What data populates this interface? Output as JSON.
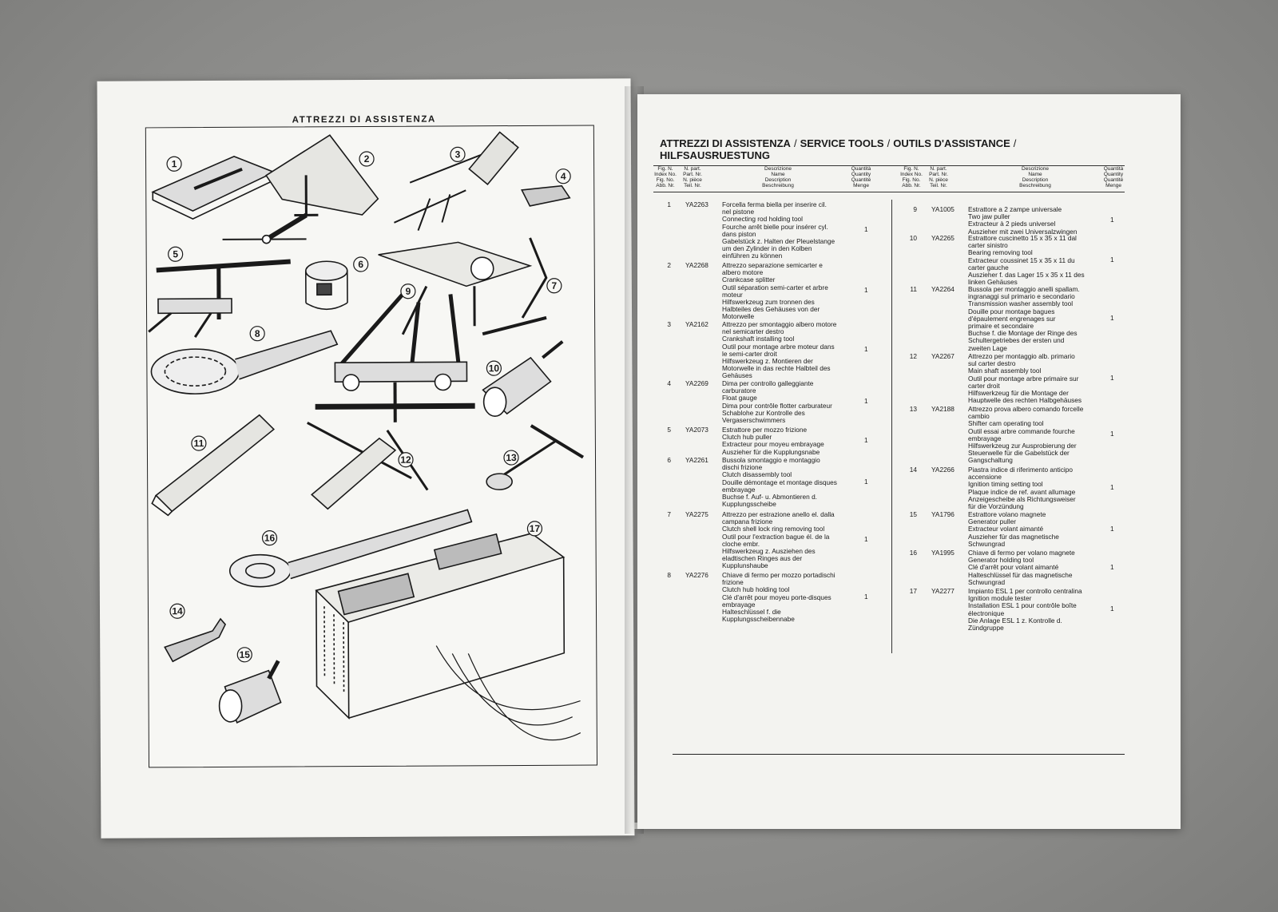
{
  "left_page": {
    "title": "ATTREZZI DI ASSISTENZA",
    "tool_numbers": [
      "1",
      "2",
      "3",
      "4",
      "5",
      "6",
      "7",
      "8",
      "9",
      "10",
      "11",
      "12",
      "13",
      "14",
      "15",
      "16",
      "17"
    ]
  },
  "right_page": {
    "title_parts": [
      "ATTREZZI DI ASSISTENZA",
      "SERVICE TOOLS",
      "OUTILS D'ASSISTANCE",
      "HILFSAUSRUESTUNG"
    ],
    "separator": "/",
    "headers": {
      "fig": [
        "Fig. N.",
        "Index No.",
        "Fig. No.",
        "Abb. Nr."
      ],
      "part": [
        "N. part.",
        "Part. Nr.",
        "N. pièce",
        "Teil. Nr."
      ],
      "desc": [
        "Descrizione",
        "Name",
        "Description",
        "Beschreibung"
      ],
      "qty": [
        "Quantità",
        "Quantity",
        "Quantité",
        "Menge"
      ]
    },
    "entries_left": [
      {
        "fig": "1",
        "part": "YA2263",
        "qty": "1",
        "desc": [
          "Forcella ferma biella per inserire cil.",
          "nel pistone",
          "Connecting rod holding tool",
          "Fourche arrêt bielle pour insérer cyl.",
          "dans piston",
          "Gabelstück z. Halten der Pleuelstange",
          "um den Zylinder in den Kolben",
          "einführen zu können"
        ]
      },
      {
        "fig": "2",
        "part": "YA2268",
        "qty": "1",
        "desc": [
          "Attrezzo separazione semicarter e",
          "albero motore",
          "Crankcase splitter",
          "Outil séparation semi-carter et arbre",
          "moteur",
          "Hilfswerkzeug zum tronnen des",
          "Halbteiles des Gehäuses von der",
          "Motorwelle"
        ]
      },
      {
        "fig": "3",
        "part": "YA2162",
        "qty": "1",
        "desc": [
          "Attrezzo per smontaggio albero motore",
          "nel semicarter destro",
          "Crankshaft installing tool",
          "Outil pour montage arbre moteur dans",
          "le semi-carter droit",
          "Hilfswerkzeug z. Montieren der",
          "Motorwelle in das rechte Halbteil des",
          "Gehäuses"
        ]
      },
      {
        "fig": "4",
        "part": "YA2269",
        "qty": "1",
        "desc": [
          "Dima per controllo galleggiante",
          "carburatore",
          "Float gauge",
          "Dima pour contrôle flotter carburateur",
          "Schablohe zur Kontrolle des",
          "Vergaserschwimmers"
        ]
      },
      {
        "fig": "5",
        "part": "YA2073",
        "qty": "1",
        "desc": [
          "Estrattore per mozzo frizione",
          "Clutch hub puller",
          "Extracteur pour moyeu embrayage",
          "Auszieher für die Kupplungsnabe"
        ]
      },
      {
        "fig": "6",
        "part": "YA2261",
        "qty": "1",
        "desc": [
          "Bussola smontaggio e montaggio",
          "dischi frizione",
          "Clutch disassembly tool",
          "Douille démontage et montage disques",
          "embrayage",
          "Buchse f. Auf- u. Abmontieren d.",
          "Kupplungsscheibe"
        ]
      },
      {
        "fig": "7",
        "part": "YA2275",
        "qty": "1",
        "desc": [
          "Attrezzo per estrazione anello el. dalla",
          "campana frizione",
          "Clutch shell lock ring removing tool",
          "Outil pour l'extraction bague él. de la",
          "cloche embr.",
          "Hilfswerkzeug z. Ausziehen des",
          "eladtischen Ringes aus der",
          "Kupplunshaube"
        ]
      },
      {
        "fig": "8",
        "part": "YA2276",
        "qty": "1",
        "desc": [
          "Chiave di fermo per mozzo portadischi",
          "frizione",
          "Clutch hub holding tool",
          "Clé d'arrêt pour moyeu porte-disques",
          "embrayage",
          "Halteschlüssel f. die",
          "Kupplungsscheibennabe"
        ]
      }
    ],
    "entries_right": [
      {
        "fig": "9",
        "part": "YA1005",
        "qty": "1",
        "desc": [
          "Estrattore a 2 zampe universale",
          "Two jaw puller",
          "Extracteur à 2 pieds universel",
          "Auszieher mit zwei Universalzwingen"
        ]
      },
      {
        "fig": "10",
        "part": "YA2265",
        "qty": "1",
        "desc": [
          "Estrattore cuscinetto 15 x 35 x 11 dal",
          "carter sinistro",
          "Bearing removing tool",
          "Extracteur coussinet 15 x 35 x 11 du",
          "carter gauche",
          "Auszieher f. das Lager 15 x 35 x 11 des",
          "linken Gehäuses"
        ]
      },
      {
        "fig": "11",
        "part": "YA2264",
        "qty": "1",
        "desc": [
          "Bussola per montaggio anelli spallam.",
          "ingranaggi sul primario e secondario",
          "Transmission washer assembly tool",
          "Douille pour montage bagues",
          "d'épaulement engrenages sur",
          "primaire et secondaire",
          "Buchse f. die Montage der Ringe des",
          "Schultergetriebes der ersten und",
          "zweiten Lage"
        ]
      },
      {
        "fig": "12",
        "part": "YA2267",
        "qty": "1",
        "desc": [
          "Attrezzo per montaggio alb. primario",
          "sul carter destro",
          "Main shaft assembly tool",
          "Outil pour montage arbre primaire sur",
          "carter droit",
          "Hilfswerkzeug für die Montage der",
          "Hauptwelle des rechten Halbgehäuses"
        ]
      },
      {
        "fig": "13",
        "part": "YA2188",
        "qty": "1",
        "desc": [
          "Attrezzo prova albero comando forcelle",
          "cambio",
          "Shifter cam operating tool",
          "Outil essai arbre commande fourche",
          "embrayage",
          "Hilfswerkzeug zur Ausprobierung der",
          "Steuerwelle für die Gabelstück der",
          "Gangschaltung"
        ]
      },
      {
        "fig": "14",
        "part": "YA2266",
        "qty": "1",
        "desc": [
          "Piastra indice di riferimento anticipo",
          "accensione",
          "Ignition timing setting tool",
          "Plaque indice de ref. avant allumage",
          "Anzeigescheibe als Richtungsweiser",
          "für die Vorzündung"
        ]
      },
      {
        "fig": "15",
        "part": "YA1796",
        "qty": "1",
        "desc": [
          "Estrattore volano magnete",
          "Generator puller",
          "Extracteur volant aimanté",
          "Auszieher für das magnetische",
          "Schwungrad"
        ]
      },
      {
        "fig": "16",
        "part": "YA1995",
        "qty": "1",
        "desc": [
          "Chiave di fermo per volano magnete",
          "Generator holding tool",
          "Clé d'arrêt pour volant aimanté",
          "Halteschlüssel für das magnetische",
          "Schwungrad"
        ]
      },
      {
        "fig": "17",
        "part": "YA2277",
        "qty": "1",
        "desc": [
          "Impianto ESL 1 per controllo centralina",
          "Ignition module tester",
          "Installation ESL 1 pour contrôle boîte",
          "électronique",
          "Die Anlage ESL 1 z. Kontrolle d.",
          "Zündgruppe"
        ]
      }
    ]
  }
}
